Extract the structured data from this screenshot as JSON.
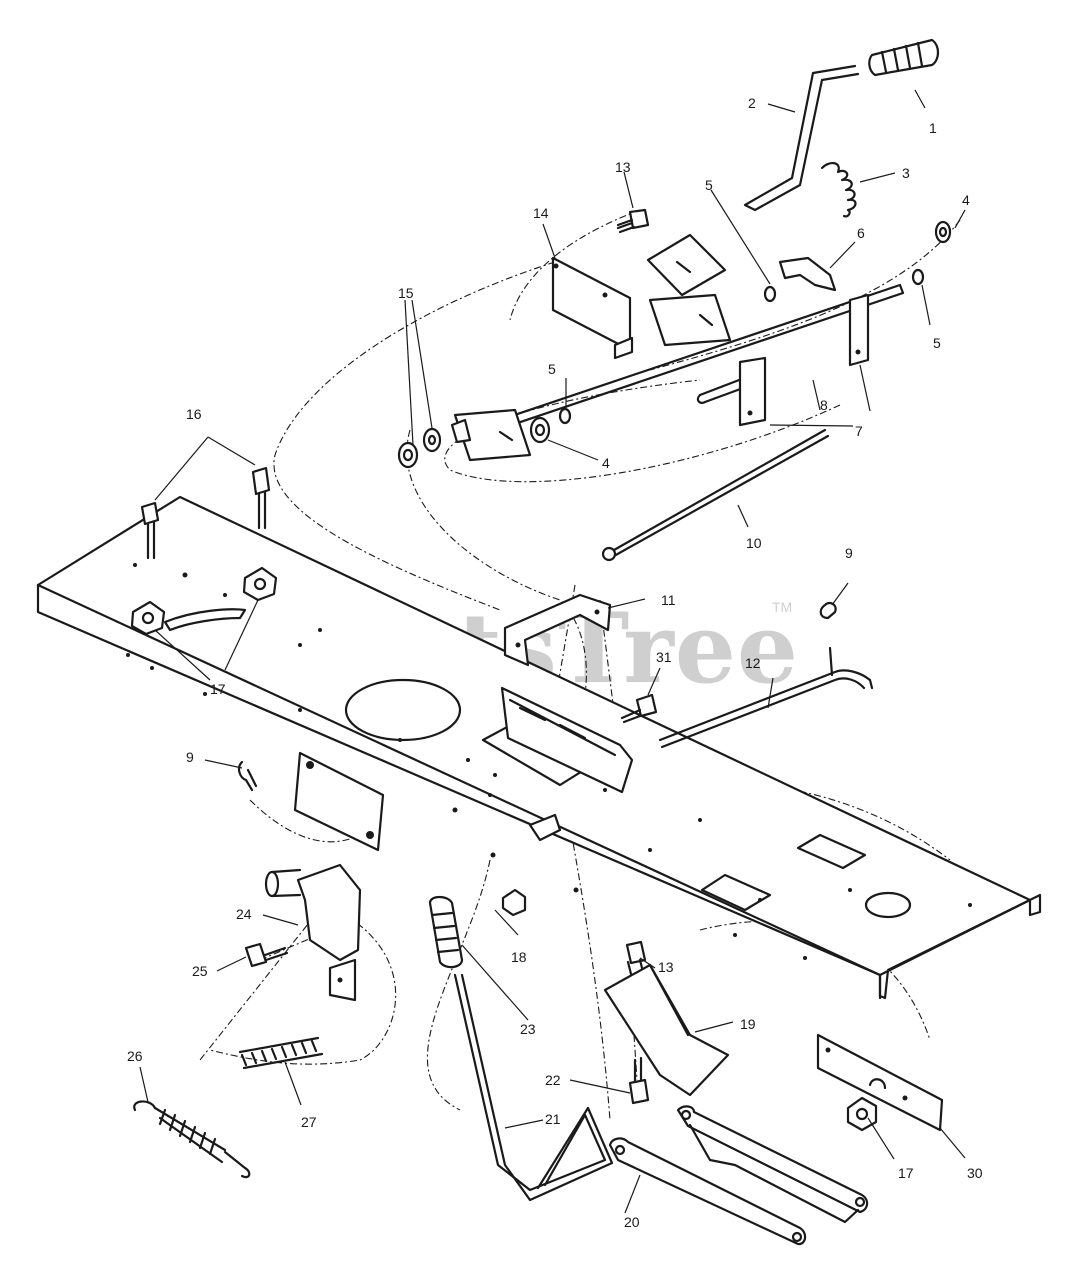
{
  "watermark": {
    "text": "PartsTree",
    "mark": "TM"
  },
  "callouts": [
    {
      "id": "c1",
      "text": "1"
    },
    {
      "id": "c2",
      "text": "2"
    },
    {
      "id": "c3",
      "text": "3"
    },
    {
      "id": "c4a",
      "text": "4"
    },
    {
      "id": "c4b",
      "text": "4"
    },
    {
      "id": "c5a",
      "text": "5"
    },
    {
      "id": "c5b",
      "text": "5"
    },
    {
      "id": "c5c",
      "text": "5"
    },
    {
      "id": "c6",
      "text": "6"
    },
    {
      "id": "c7",
      "text": "7"
    },
    {
      "id": "c8",
      "text": "8"
    },
    {
      "id": "c9a",
      "text": "9"
    },
    {
      "id": "c9b",
      "text": "9"
    },
    {
      "id": "c10",
      "text": "10"
    },
    {
      "id": "c11",
      "text": "11"
    },
    {
      "id": "c12",
      "text": "12"
    },
    {
      "id": "c13a",
      "text": "13"
    },
    {
      "id": "c13b",
      "text": "13"
    },
    {
      "id": "c14",
      "text": "14"
    },
    {
      "id": "c15",
      "text": "15"
    },
    {
      "id": "c16",
      "text": "16"
    },
    {
      "id": "c17a",
      "text": "17"
    },
    {
      "id": "c17b",
      "text": "17"
    },
    {
      "id": "c18",
      "text": "18"
    },
    {
      "id": "c19",
      "text": "19"
    },
    {
      "id": "c20",
      "text": "20"
    },
    {
      "id": "c21",
      "text": "21"
    },
    {
      "id": "c22",
      "text": "22"
    },
    {
      "id": "c23",
      "text": "23"
    },
    {
      "id": "c24",
      "text": "24"
    },
    {
      "id": "c25",
      "text": "25"
    },
    {
      "id": "c26",
      "text": "26"
    },
    {
      "id": "c27",
      "text": "27"
    },
    {
      "id": "c30",
      "text": "30"
    },
    {
      "id": "c31",
      "text": "31"
    }
  ]
}
